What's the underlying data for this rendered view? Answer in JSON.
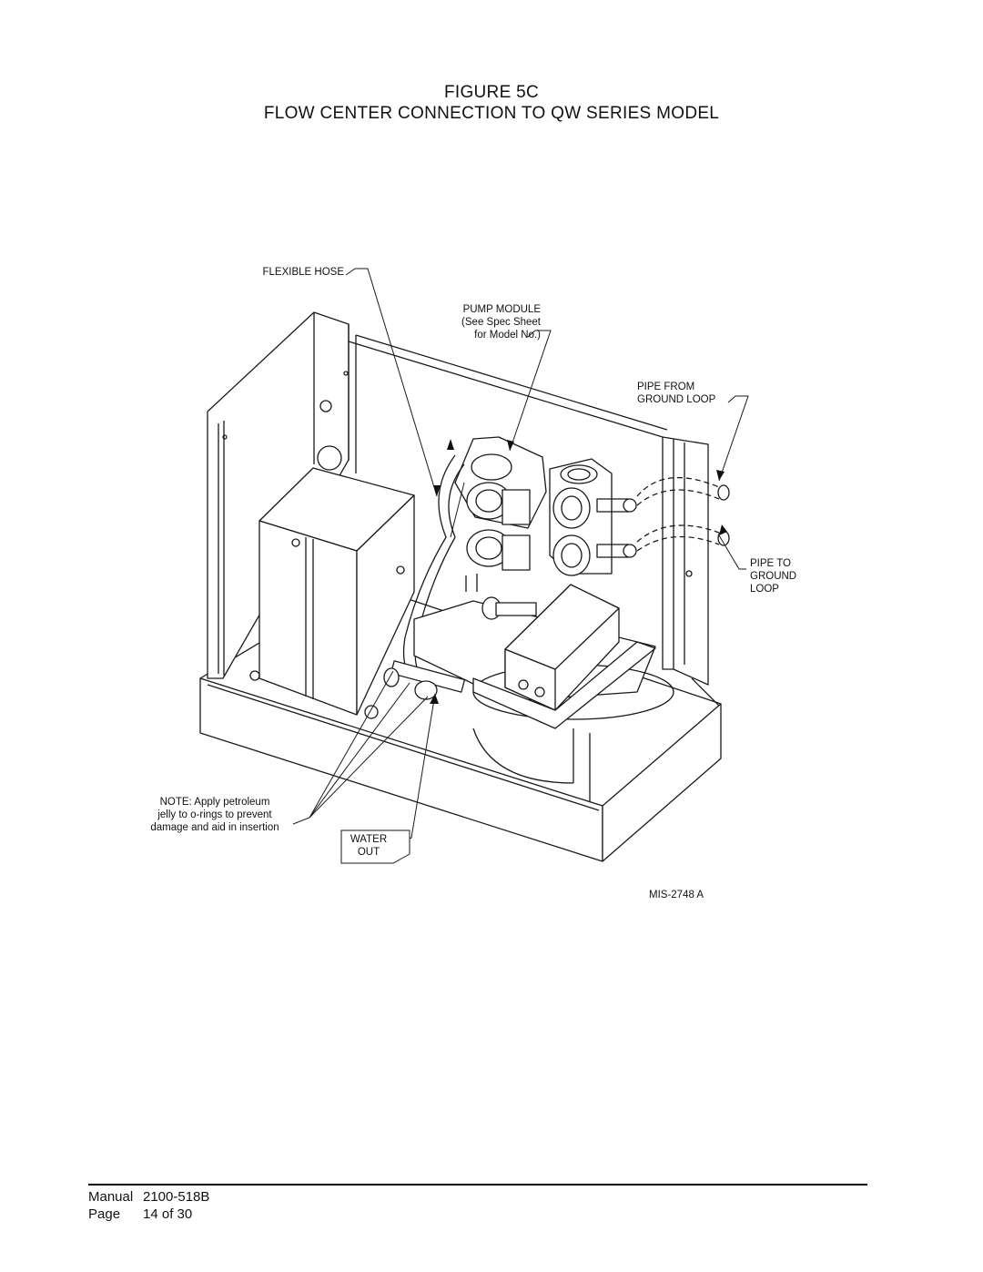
{
  "figure": {
    "number": "FIGURE 5C",
    "title": "FLOW CENTER CONNECTION TO QW SERIES MODEL"
  },
  "callouts": {
    "flexible_hose": "FLEXIBLE HOSE",
    "pump_module_line1": "PUMP MODULE",
    "pump_module_line2": "(See Spec Sheet",
    "pump_module_line3": "for Model No.)",
    "pipe_from_line1": "PIPE FROM",
    "pipe_from_line2": "GROUND LOOP",
    "pipe_to_line1": "PIPE TO",
    "pipe_to_line2": "GROUND",
    "pipe_to_line3": "LOOP",
    "note_line1": "NOTE: Apply petroleum",
    "note_line2": "jelly to o-rings to prevent",
    "note_line3": "damage and aid in insertion",
    "water_out_line1": "WATER",
    "water_out_line2": "OUT",
    "drawing_id": "MIS-2748 A"
  },
  "footer": {
    "manual_label": "Manual",
    "manual_value": "2100-518B",
    "page_label": "Page",
    "page_value": "14 of 30"
  }
}
